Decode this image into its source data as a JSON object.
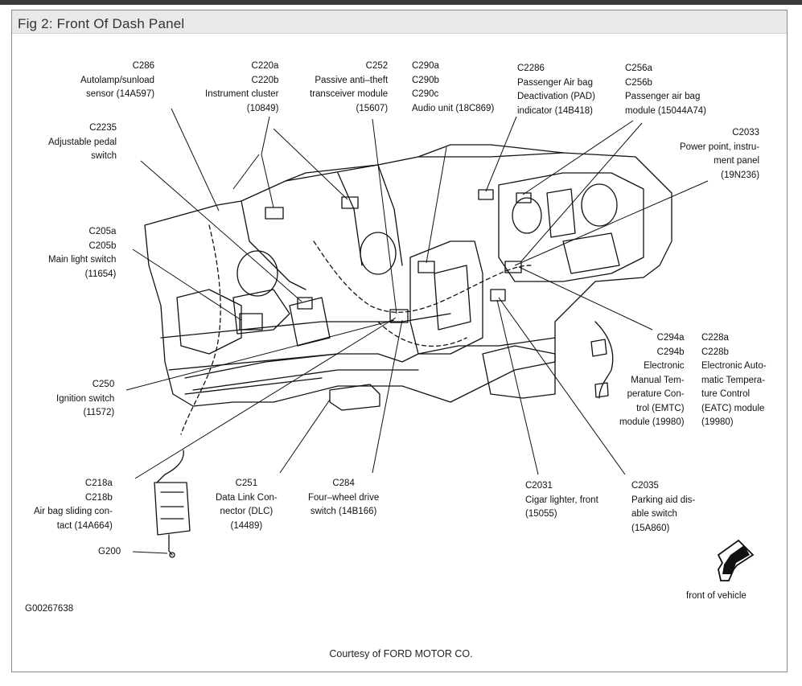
{
  "figure": {
    "title": "Fig 2: Front Of Dash Panel",
    "figure_id": "G00267638",
    "courtesy": "Courtesy of FORD MOTOR CO.",
    "direction_label": "front of vehicle"
  },
  "callouts": [
    {
      "id": "c286",
      "text": "C286\nAutolamp/sunload\nsensor (14A597)"
    },
    {
      "id": "c220",
      "text": "C220a\nC220b\nInstrument cluster\n(10849)"
    },
    {
      "id": "c252",
      "text": "C252\nPassive anti–theft\ntransceiver module\n(15607)"
    },
    {
      "id": "c290",
      "text": "C290a\nC290b\nC290c\nAudio unit (18C869)"
    },
    {
      "id": "c2286",
      "text": "C2286\nPassenger Air bag\nDeactivation (PAD)\nindicator (14B418)"
    },
    {
      "id": "c256",
      "text": "C256a\nC256b\nPassenger air bag\nmodule (15044A74)"
    },
    {
      "id": "c2235",
      "text": "C2235\nAdjustable pedal\nswitch"
    },
    {
      "id": "c2033",
      "text": "C2033\nPower point, instru-\nment panel\n(19N236)"
    },
    {
      "id": "c205",
      "text": "C205a\nC205b\nMain light switch\n(11654)"
    },
    {
      "id": "c294",
      "text": "C294a\nC294b\nElectronic\nManual Tem-\nperature Con-\ntrol (EMTC)\nmodule (19980)"
    },
    {
      "id": "c228",
      "text": "C228a\nC228b\nElectronic Auto-\nmatic Tempera-\nture Control\n(EATC) module\n(19980)"
    },
    {
      "id": "c250",
      "text": "C250\nIgnition switch\n(11572)"
    },
    {
      "id": "c218",
      "text": "C218a\nC218b\nAir bag sliding con-\ntact (14A664)"
    },
    {
      "id": "c251",
      "text": "C251\nData Link Con-\nnector (DLC)\n(14489)"
    },
    {
      "id": "c284",
      "text": "C284\nFour–wheel drive\nswitch (14B166)"
    },
    {
      "id": "c2031",
      "text": "C2031\nCigar lighter, front\n(15055)"
    },
    {
      "id": "c2035",
      "text": "C2035\nParking aid dis-\nable switch\n(15A860)"
    },
    {
      "id": "g200",
      "text": "G200"
    }
  ]
}
